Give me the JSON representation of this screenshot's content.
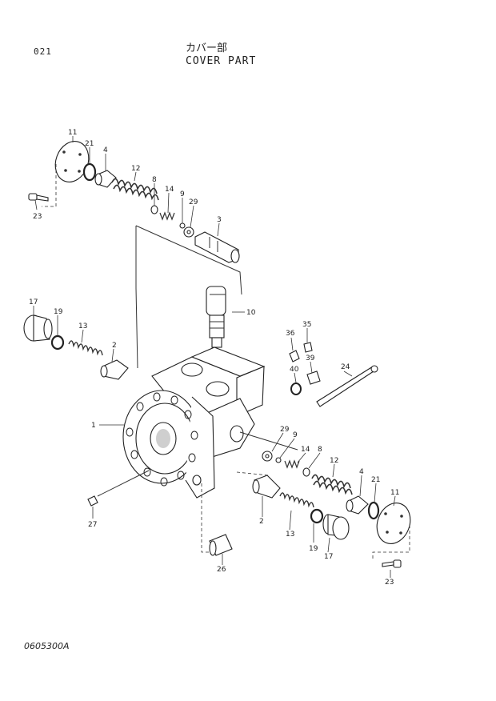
{
  "header": {
    "page_number": "021",
    "title_jp": "カバー部",
    "title_en": "COVER PART"
  },
  "footer": {
    "doc_code": "0605300A"
  },
  "callouts": [
    {
      "id": "c11a",
      "label": "11"
    },
    {
      "id": "c21a",
      "label": "21"
    },
    {
      "id": "c4a",
      "label": "4"
    },
    {
      "id": "c12a",
      "label": "12"
    },
    {
      "id": "c8a",
      "label": "8"
    },
    {
      "id": "c14a",
      "label": "14"
    },
    {
      "id": "c9a",
      "label": "9"
    },
    {
      "id": "c29a",
      "label": "29"
    },
    {
      "id": "c3",
      "label": "3"
    },
    {
      "id": "c23a",
      "label": "23"
    },
    {
      "id": "c17a",
      "label": "17"
    },
    {
      "id": "c19a",
      "label": "19"
    },
    {
      "id": "c13a",
      "label": "13"
    },
    {
      "id": "c2a",
      "label": "2"
    },
    {
      "id": "c10",
      "label": "10"
    },
    {
      "id": "c36",
      "label": "36"
    },
    {
      "id": "c35",
      "label": "35"
    },
    {
      "id": "c39",
      "label": "39"
    },
    {
      "id": "c40",
      "label": "40"
    },
    {
      "id": "c24",
      "label": "24"
    },
    {
      "id": "c1",
      "label": "1"
    },
    {
      "id": "c29b",
      "label": "29"
    },
    {
      "id": "c9b",
      "label": "9"
    },
    {
      "id": "c14b",
      "label": "14"
    },
    {
      "id": "c8b",
      "label": "8"
    },
    {
      "id": "c12b",
      "label": "12"
    },
    {
      "id": "c4b",
      "label": "4"
    },
    {
      "id": "c21b",
      "label": "21"
    },
    {
      "id": "c11b",
      "label": "11"
    },
    {
      "id": "c27",
      "label": "27"
    },
    {
      "id": "c2b",
      "label": "2"
    },
    {
      "id": "c13b",
      "label": "13"
    },
    {
      "id": "c19b",
      "label": "19"
    },
    {
      "id": "c17b",
      "label": "17"
    },
    {
      "id": "c26",
      "label": "26"
    },
    {
      "id": "c23b",
      "label": "23"
    }
  ]
}
